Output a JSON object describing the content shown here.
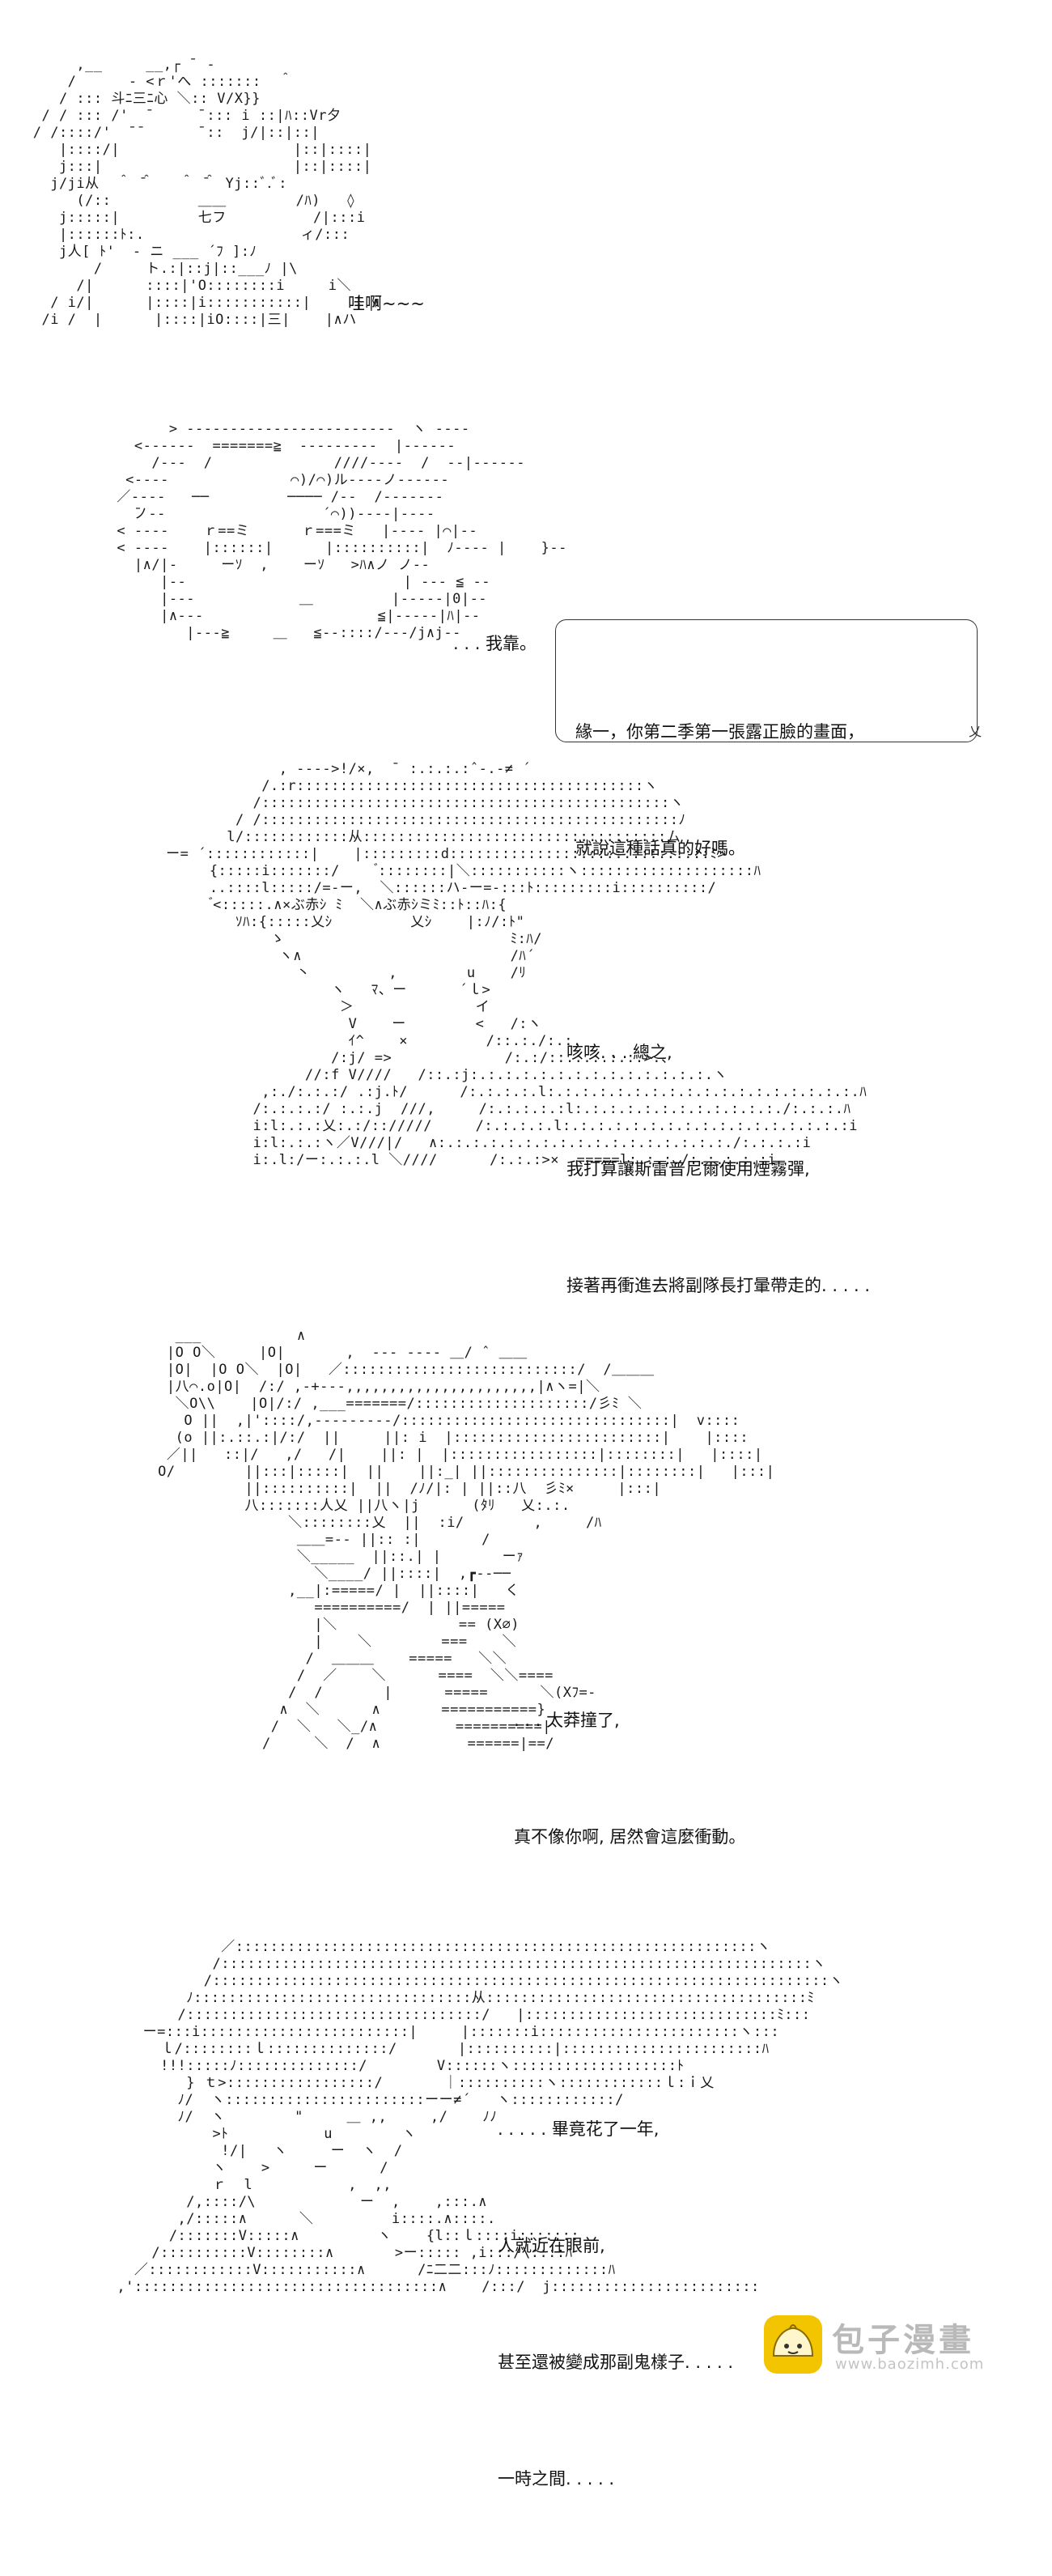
{
  "panels": [
    {
      "art": "      ,__     __,┌ ̄  -\n     /      - <ｒ'へ :::::::  ＾\n    / ::: 斗ﾆ三ﾆ心 ＼:: V/X}}\n  / / ::: /'  ̄      ̄ ::: i ::|ﾊ::Vr夕\n / /::::/'  ̄ ̄       ̄ ::  j/|::|::|\n    |::::/|                    |::|::::|\n    j:::|                      |::|::::|\n   j/ji从  ＾ ̄＾   ＾ ̄＾ Yj::ﾞ.ﾞ:\n      (/::          ＿＿        /ﾊ)   ◊\n    j:::::|         七フ          /|:::i\n    |::::::ﾄ:.                  ィ/:::\n    j人[ ﾄ'  - ニ ___ ´ﾌ ]:ﾉ\n        /     ト.:|::j|::___ﾉ |\\\n      /|      ::::|'O::::::::i     i＼\n   / i/|      |::::|i:::::::::::|     | ∧\n  /i /  |      |::::|iO::::|三|    |∧ハ",
      "speech": [
        "哇啊~~~"
      ]
    },
    {
      "art": "            > ------------------------  ヽ ----\n        <------  =======≧  ---------  |------\n          /---  /              ////----  /  --|------\n       <----              ⌒)/⌒)ル----ノ------\n      ／----   ──         ──── /--  /-------\n        ̄ノ--                  ´⌒))----|----\n      < ----    ｒ==ミ      ｒ===ミ   |---- |⌒|--\n      < ----    |::::::|      |::::::::::|  ﾉ---- |    }--\n        |∧/|-     ーｿ  ,    ーｿ   >ﾊ∧ノ ノ--\n           |--                         | --- ≦ --\n           |---            ＿         |-----|0|--\n           |∧---                    ≦|-----|ﾊ|--\n              |---≧     ＿   ≦--::::/---/j∧j--",
      "speech": [
        ". . . 我靠。"
      ],
      "bubble": [
        "緣一，你第二季第一張露正臉的畫面，",
        "就說這種話真的好嗎。"
      ]
    },
    {
      "art": "                    , ---->!/×,  ̄  :.:.:.:ˆ-.-≠ ´\n                  /.:r::::::::::::::::::::::::::::::::::::::::ヽ\n                 /:::::::::::::::::::::::::::::::::::::::::::::::ヽ\n               / /::::::::::::::::::::::::::::::::::::::::::::::::ﾉ\n              l/::::::::::::从:::::::::::::::::::::::::::::::::::ム\n       ー= ´::::::::::::|    |:::::::::d::::::::::::::::::::::::::::::ﾐ>\n            {:::::i:::::::/     ゙::::::::|＼:::::::::::ヽ::::::::::::::::::::ﾊ\n            ..::::l:::::/=-ー,  ＼::::::ハ-ー=-:::ﾄ:::::::::i::::::::::/\n             ゙<:::::.∧×ぶ赤ｼ ﾐ  ＼∧ぶ赤ｼミﾐ::ﾄ::ﾊ:{\n               ｿﾊ:{:::::乂ｼ         乂ｼ    |:ﾉ/:ﾄ\"\n                   ゝ                          ﾐ:ﾊ/\n                    ヽ∧                        /ﾊ´\n                      丶         ,        u    /ﾘ\n                          ヽ   ﾏ、ー      ´ｌ>\n                           ＞              イ \n                            V    ー        <   /:ヽ\n                            ｲ^    ×         /::.:./:.:.\n                          /:j/ =>             /:.:/::.:.:.:.:.>.、\n                       //:f V////   /::.:j:.:.:.:.:.:.:.:.:.:.:.:.:.:.ヽ\n                  ,:./:.:.:/ .:j.ﾄ/      /:.:.:.:.l:.:.:.:.:.:.:.:.:.:.:.:.:.:.:.:.:.:.ﾊ\n                 /:.:.:.:/ :.:.j  ///,     /:.:.:.:.:l:.:.:.:.:.:.:.:.:.:.:.:./:.:.:.ﾊ\n                 i:l:.:.:乂:.:/:://///     /:.:.:.:.l:.:.:.:.:.:.:.:.:.:.:.:.:.:.:.:.:i\n                 i:l:.:.:ヽ／V///|/   ∧:.:.:.:.:.:.:.:.:.:.:.:.:.:.:.:.:./:.:.:.:i\n                 i:.l:/ー:.:.:.l ＼////      /:.:.:>×  =====l:.:.:./:.:.:.:.:i",
      "speech": [
        "咳咳. . . 總之,",
        "我打算讓斯雷普尼爾使用煙霧彈,",
        "接著再衝進去將副隊長打暈帶走的. . . . ."
      ]
    },
    {
      "art": "         ___           ∧\n        |O O＼     |O|       ,  --- ---- ＿/ ˆ ＿＿\n        |O|  |O O＼  |O|   ／:::::::::::::::::::::::::::/  /＿＿＿\n        |八⌒.o|O|  /:/ ,-+‐--,,,,,,,,,,,,,,,,,,,,,,|∧ヽ=|＼\n         ＼O\\\\    |O|/:/ ,___=======/::::::::::::::::::::/彡ﾐ ＼\n          O ||  ,|'::::/,---------/:::::::::::::::::::::::::::::::|  v::::\n         (o ||:.::.:|/:/  ||     ||: i  |::::::::::::::::::::::::|    |::::\n        ／||   ::|/   ,/   /|    ||: |  |:::::::::::::::::|::::::::|   |::::|\n       O/        ||:::|:::::|  ||    ||:_| ||:::::::::::::::|::::::::|   |:::|\n                 ||::::::::::|  ||  /ﾉ/|: | ||::八  彡ﾐ×     |:::|\n                 八:::::::人乂 ||八ヽ|j      (ﾀﾘ   乂:.:.\n                      ＼::::::::乂  ||  :i/        ,     /ﾊ\n                       ＿＿=-- ||:: :|       /\n                       ＼_____  ||::.| |       ーｧ\n                         ＼____/ ||::::|  ,┏‐‐──\n                      ,__|:=====/ |  ||::::|   く\n                         ==========/  | ||=====\n                         |＼              == (X∅)\n                         |    ＼        ===    ＼\n                        /  ＿＿＿    =====   ＼＼\n                       /  ／    ＼      ====  ＼＼====\n                      /  /       |      =====      ＼(Xﾌ=-\n                     ∧  ＼      ∧       ===========}\n                    /  ＼   ＼_/∧         ==========|\n                   /     ＼  /  ∧          ======|==/",
      "speech": [
        ". . . 太莽撞了,",
        "真不像你啊, 居然會這麼衝動。"
      ]
    },
    {
      "art": "                  ／::::::::::::::::::::::::::::::::::::::::::::::::::::::::::::ヽ\n                 /::::::::::::::::::::::::::::::::::::::::::::::::::::::::::::::::::::ヽ\n                /:::::::::::::::::::::::::::::::::::::::::::::::::::::::::::::::::::::::ヽ\n              ﾉ::::::::::::::::::::::::::::::::从:::::::::::::::::::::::::::::::::::::ﾐ\n             /::::::::::::::::::::::::::::::::::/   |:::::::::::::::::::::::::::::ﾐ:::\n         ー=:::i::::::::::::::::::::::::|     |:::::::i:::::::::::::::::::::::ヽ:::\n           ｌ/::::::::ｌ::::::::::::::/       |::::::::::|:::::::::::::::::::::::ﾊ\n           !!!:::::ﾉ::::::::::::::/        V::::::ヽ:::::::::::::::::::ﾄ\n              } ｔ>:::::::::::::::::/       ｜::::::::::ヽ::::::::::::ｌ:ｉ乂\n             ﾉ/  ヽ:::::::::::::::::::::::ーー≠´   ヽ::::::::::::/\n             ﾉ/  ヽ        \"     ＿ ,,     ,/    ﾉﾉ\n                 >ﾄ           u        ヽ\n                  !/|   ヽ     ー  ヽ  /\n                 ヽ    >     ー      /\n                 ｒ  l           ,  ,,\n              /,::::/\\            ー  ,    ,:::.∧\n             ,/:::::∧      ＼         i::::.∧::::.\n            /:::::::V:::::∧         ヽ    {l::ｌ::::i:::::::\n          /::::::::::V::::::::∧       >ー::::: ,i:::/\\::::ﾊ\n        ／::::::::::::V:::::::::::∧      /ﾆ二二:::ﾉ:::::::::::::ﾊ\n      ,':::::::::::::::::::::::::::::::::::∧    /:::/  j::::::::::::::::::::::::",
      "speech": [
        ". . . . . 畢竟花了一年,",
        "人就近在眼前,",
        "甚至還被變成那副鬼樣子. . . . .",
        "一時之間. . . . ."
      ]
    }
  ],
  "watermark": {
    "title": "包子漫畫",
    "url": "www.baozimh.com"
  }
}
